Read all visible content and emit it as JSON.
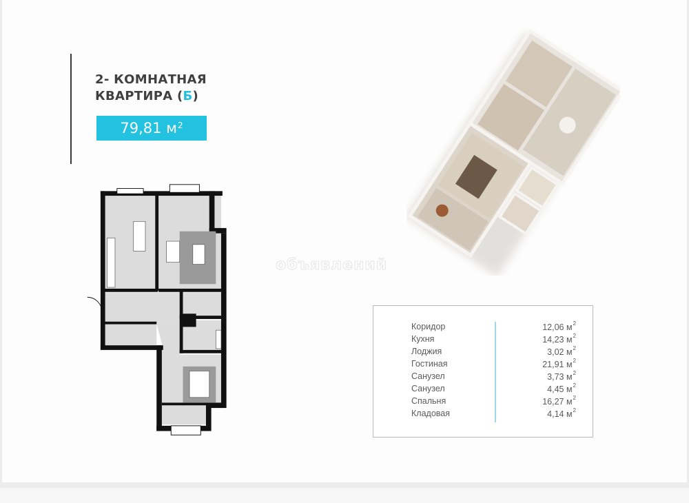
{
  "header": {
    "title_line1": "2- КОМНАТНАЯ",
    "title_line2_prefix": "КВАРТИРА (",
    "title_line2_accent": "Б",
    "title_line2_suffix": ")",
    "total_area_value": "79,81 м",
    "total_area_unit_sup": "2"
  },
  "colors": {
    "accent": "#22c2e0",
    "title_text": "#404040",
    "table_text": "#5a5a5a",
    "table_divider": "#9fd8e6",
    "wall": "#111111",
    "floor": "#d9d9d9",
    "rug": "#9a9a9a"
  },
  "watermark": {
    "text": "объявлений"
  },
  "rooms_table": {
    "rows": [
      {
        "name": "Коридор",
        "area": "12,06 м",
        "sup": "2"
      },
      {
        "name": "Кухня",
        "area": "14,23 м",
        "sup": "2"
      },
      {
        "name": "Лоджия",
        "area": "3,02 м",
        "sup": "2"
      },
      {
        "name": "Гостиная",
        "area": "21,91 м",
        "sup": "2"
      },
      {
        "name": "Санузел",
        "area": "3,73 м",
        "sup": "2"
      },
      {
        "name": "Санузел",
        "area": "4,45 м",
        "sup": "2"
      },
      {
        "name": "Спальня",
        "area": "16,27 м",
        "sup": "2"
      },
      {
        "name": "Кладовая",
        "area": "4,14 м",
        "sup": "2"
      }
    ]
  },
  "images": {
    "plan_2d": "floor-plan-2d",
    "plan_3d": "floor-plan-3d-render"
  }
}
